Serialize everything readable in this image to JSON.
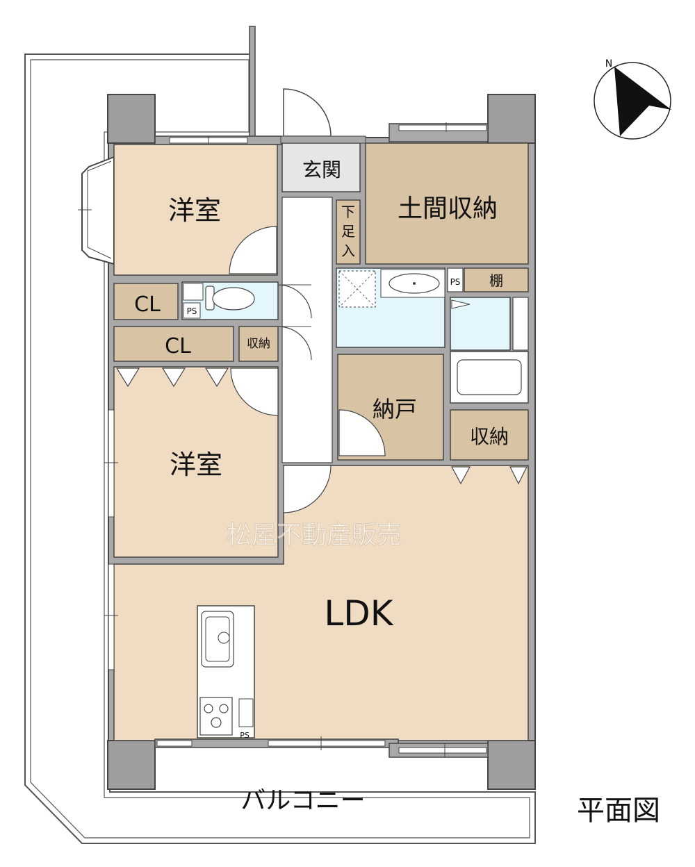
{
  "rooms": {
    "western_room_top": "洋室",
    "western_room_bottom": "洋室",
    "entrance": "玄関",
    "doma_storage": "土間収納",
    "shoe_box": [
      "下",
      "足",
      "入"
    ],
    "shelf": "棚",
    "closet_top": "CL",
    "closet_bottom": "CL",
    "storage_small": "収納",
    "nando": "納戸",
    "storage_right": "収納",
    "ldk": "LDK",
    "balcony": "バルコニー"
  },
  "pipe_space": "PS",
  "watermark": "松屋不動産販売",
  "plan_title": "平面図",
  "compass_letter": "N",
  "colors": {
    "wall": "#a9a9a9",
    "room_beige": "#efdcc3",
    "storage_tan": "#d8c3a4",
    "wet_area": "#e3f6fb",
    "entrance_gray": "#e6e6e6",
    "corridor": "#ffffff",
    "pillar": "#9e9e9e"
  }
}
